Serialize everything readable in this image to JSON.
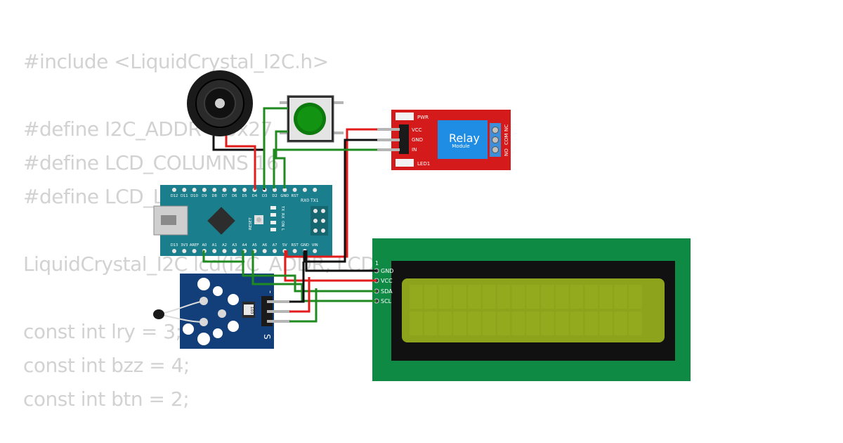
{
  "code": {
    "lines": [
      "#include <LiquidCrystal_I2C.h>",
      "",
      "#define I2C_ADDR    0x27",
      "#define LCD_COLUMNS 16",
      "#define LCD_LINES   2",
      "",
      "LiquidCrystal_I2C lcd(I2C_ADDR, LCD_COLUMNS, LCD_LINES);",
      "",
      "const int lry = 3;",
      "const int bzz = 4;",
      "const int btn = 2;"
    ]
  },
  "arduino": {
    "top_pins": [
      "D12",
      "D11",
      "D10",
      "D9",
      "D8",
      "D7",
      "D6",
      "D5",
      "D4",
      "D3",
      "D2",
      "GND",
      "RST"
    ],
    "rx_tx": "RX0 TX1",
    "bottom_pins": [
      "D13",
      "3V3",
      "AREF",
      "A0",
      "A1",
      "A2",
      "A3",
      "A4",
      "A5",
      "A6",
      "A7",
      "5V",
      "RST",
      "GND",
      "VIN"
    ],
    "reset_label": "RESET",
    "led_labels": [
      "TX",
      "RX",
      "ON",
      "L"
    ]
  },
  "relay": {
    "title": "Relay",
    "subtitle": "Module",
    "pins": [
      "VCC",
      "GND",
      "IN"
    ],
    "pwr_label": "PWR",
    "led_label": "LED1",
    "terminals": [
      "NO",
      "COM",
      "NC"
    ]
  },
  "lcd": {
    "pin_number": "1",
    "pins": [
      "GND",
      "VCC",
      "SDA",
      "SCL"
    ]
  },
  "sensor": {
    "minus_label": "-",
    "s_label": "S",
    "resistor_label": "103"
  },
  "colors": {
    "wire_red": "#e21b1b",
    "wire_green": "#1f8a1f",
    "wire_black": "#111111",
    "arduino_board": "#1b7e8c",
    "relay_board": "#d41a1a",
    "relay_module": "#1f8de4",
    "lcd_board": "#0f8a45",
    "lcd_screen": "#8da31c",
    "sensor_board": "#123e7a",
    "code_text": "#d2d2d2"
  }
}
